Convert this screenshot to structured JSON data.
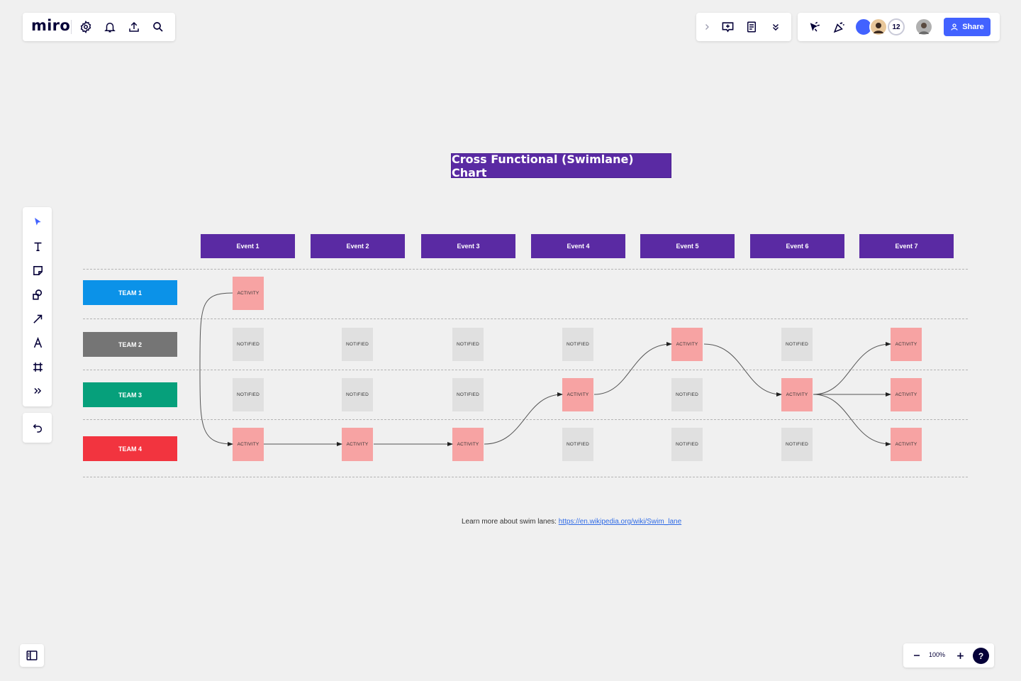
{
  "app": {
    "logo": "miro"
  },
  "collaborators": {
    "count": "12"
  },
  "share": {
    "label": "Share"
  },
  "zoom": {
    "level": "100%"
  },
  "help": {
    "label": "?"
  },
  "board": {
    "title": "Cross Functional (Swimlane) Chart",
    "events": [
      "Event 1",
      "Event 2",
      "Event 3",
      "Event 4",
      "Event 5",
      "Event 6",
      "Event 7"
    ],
    "teams": [
      {
        "label": "TEAM 1",
        "color": "#0b92e8"
      },
      {
        "label": "TEAM 2",
        "color": "#757575"
      },
      {
        "label": "TEAM 3",
        "color": "#06a07b"
      },
      {
        "label": "TEAM 4",
        "color": "#f2343f"
      }
    ],
    "cells": {
      "team1": [
        "ACTIVITY",
        "",
        "",
        "",
        "",
        "",
        ""
      ],
      "team2": [
        "NOTIFIED",
        "NOTIFIED",
        "NOTIFIED",
        "NOTIFIED",
        "ACTIVITY",
        "NOTIFIED",
        "ACTIVITY"
      ],
      "team3": [
        "NOTIFIED",
        "NOTIFIED",
        "NOTIFIED",
        "ACTIVITY",
        "NOTIFIED",
        "ACTIVITY",
        "ACTIVITY"
      ],
      "team4": [
        "ACTIVITY",
        "ACTIVITY",
        "ACTIVITY",
        "NOTIFIED",
        "NOTIFIED",
        "NOTIFIED",
        "ACTIVITY"
      ]
    },
    "colors": {
      "header": "#5a2aa3",
      "activity": "#f7a3a3",
      "notified": "#e0e0e0"
    },
    "learn_more": {
      "text": "Learn more about swim lanes: ",
      "link": "https://en.wikipedia.org/wiki/Swim_lane"
    }
  },
  "toolbar": {
    "icons": [
      "select-icon",
      "text-icon",
      "sticky-note-icon",
      "shapes-icon",
      "connection-line-icon",
      "pen-icon",
      "frame-icon",
      "more-tools-icon",
      "undo-icon"
    ]
  }
}
